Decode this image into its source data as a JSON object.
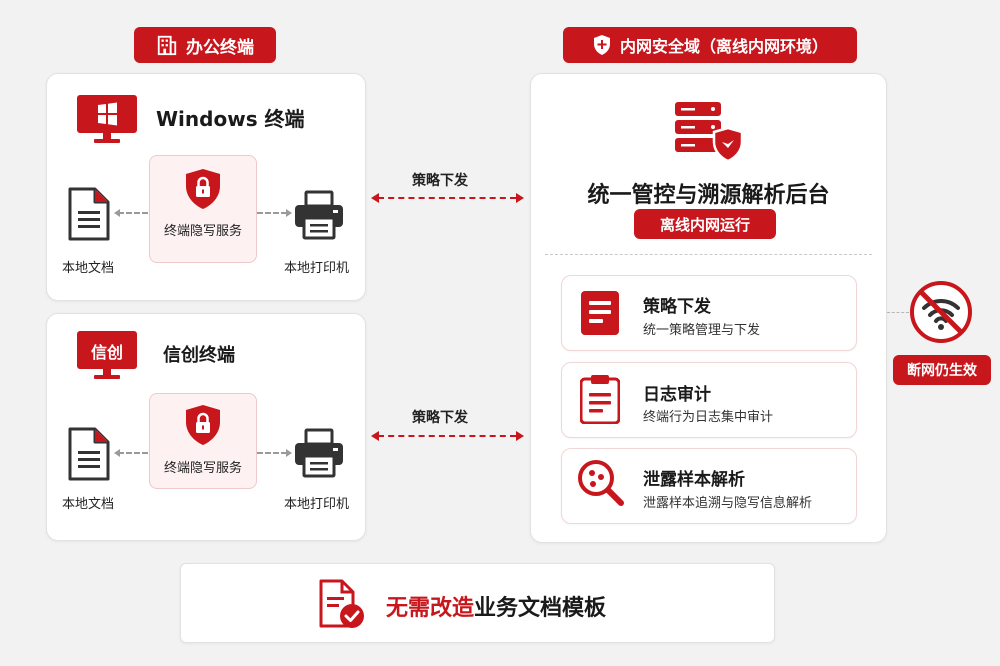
{
  "office_label": "办公终端",
  "secure_label": "内网安全域（离线内网环境）",
  "windows": {
    "title": "Windows 终端",
    "service": "终端隐写服务",
    "doc": "本地文档",
    "printer": "本地打印机"
  },
  "xinchuang": {
    "title": "信创终端",
    "logo_text": "信创",
    "service": "终端隐写服务",
    "doc": "本地文档",
    "printer": "本地打印机"
  },
  "policy_arrow_1": "策略下发",
  "policy_arrow_2": "策略下发",
  "backend": {
    "title": "统一管控与溯源解析后台",
    "badge": "离线内网运行"
  },
  "features": [
    {
      "title": "策略下发",
      "sub": "统一策略管理与下发",
      "icon": "document-list-icon"
    },
    {
      "title": "日志审计",
      "sub": "终端行为日志集中审计",
      "icon": "clipboard-icon"
    },
    {
      "title": "泄露样本解析",
      "sub": "泄露样本追溯与隐写信息解析",
      "icon": "magnifier-analysis-icon"
    }
  ],
  "offline_badge": "断网仍生效",
  "bottom": {
    "highlight": "无需改造",
    "rest": "业务文档模板"
  },
  "colors": {
    "accent": "#c8161d",
    "dark": "#333333"
  }
}
